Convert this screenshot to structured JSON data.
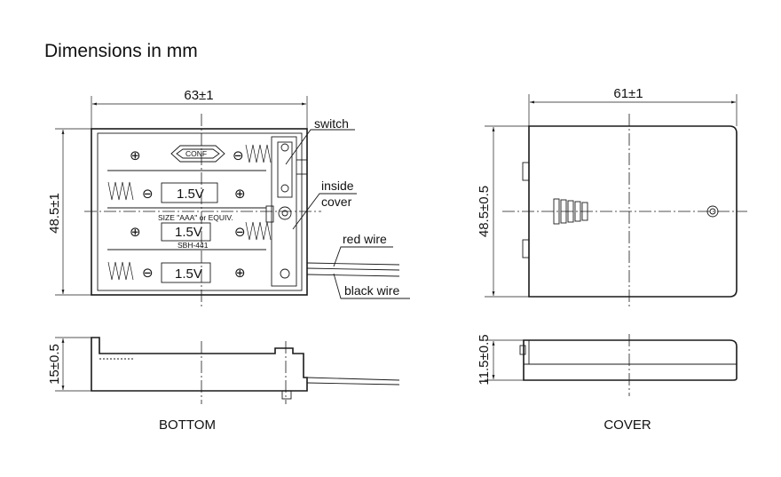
{
  "title": "Dimensions in mm",
  "bottom_view": {
    "width_dim": "63±1",
    "height_dim": "48.5±1",
    "side_height_dim": "15±0.5",
    "cell_label": "1.5V",
    "size_text": "SIZE \"AAA\" or EQUIV.",
    "model_text": "SBH-441",
    "logo_text": "CONF",
    "caption": "BOTTOM"
  },
  "cover_view": {
    "width_dim": "61±1",
    "height_dim": "48.5±0.5",
    "side_height_dim": "11.5±0.5",
    "caption": "COVER"
  },
  "callouts": {
    "switch": "switch",
    "inside_cover_1": "inside",
    "inside_cover_2": "cover",
    "red_wire": "red wire",
    "black_wire": "black wire"
  },
  "symbols": {
    "plus": "⊕",
    "minus": "⊖"
  }
}
